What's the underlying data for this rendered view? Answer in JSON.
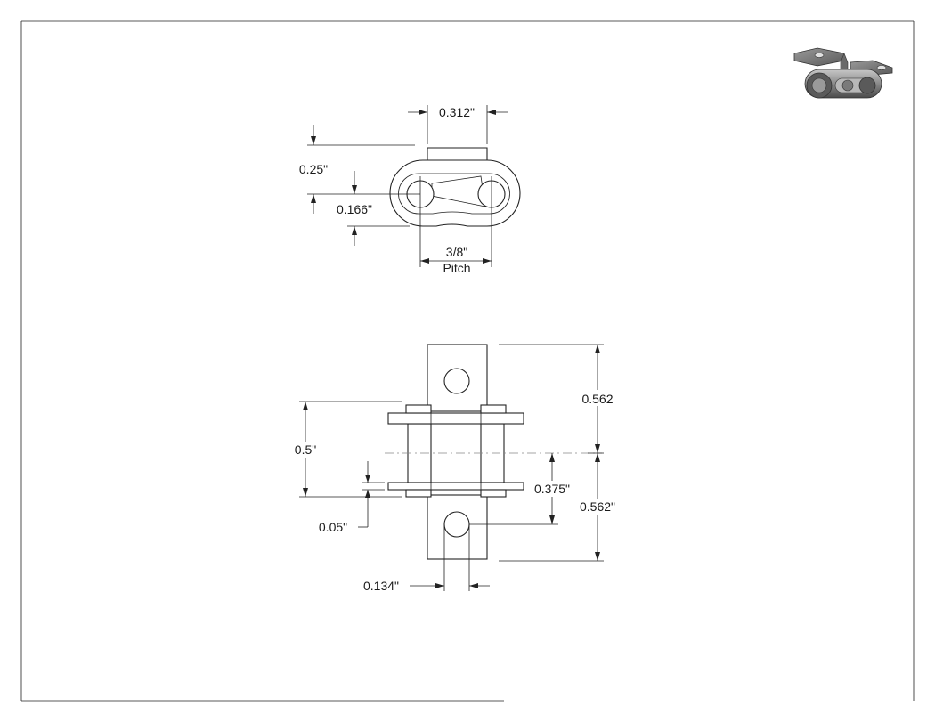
{
  "drawing": {
    "top_view": {
      "dim_top_width": "0.312\"",
      "dim_height_a": "0.25\"",
      "dim_height_b": "0.166\"",
      "dim_pitch_line1": "3/8\"",
      "dim_pitch_line2": "Pitch"
    },
    "front_view": {
      "dim_upper_length": "0.562",
      "dim_left_height": "0.5\"",
      "dim_center_offset": "0.375\"",
      "dim_lower_length": "0.562\"",
      "dim_plate_thickness": "0.05\"",
      "dim_hole": "0.134\""
    }
  },
  "icons": {
    "thumbnail": "chain-link-attachment-3d-icon"
  },
  "colors": {
    "line": "#222222",
    "background": "#ffffff",
    "shade_dark": "#4a4a4a",
    "shade_mid": "#8a8a8a",
    "shade_light": "#c8c8c8"
  }
}
